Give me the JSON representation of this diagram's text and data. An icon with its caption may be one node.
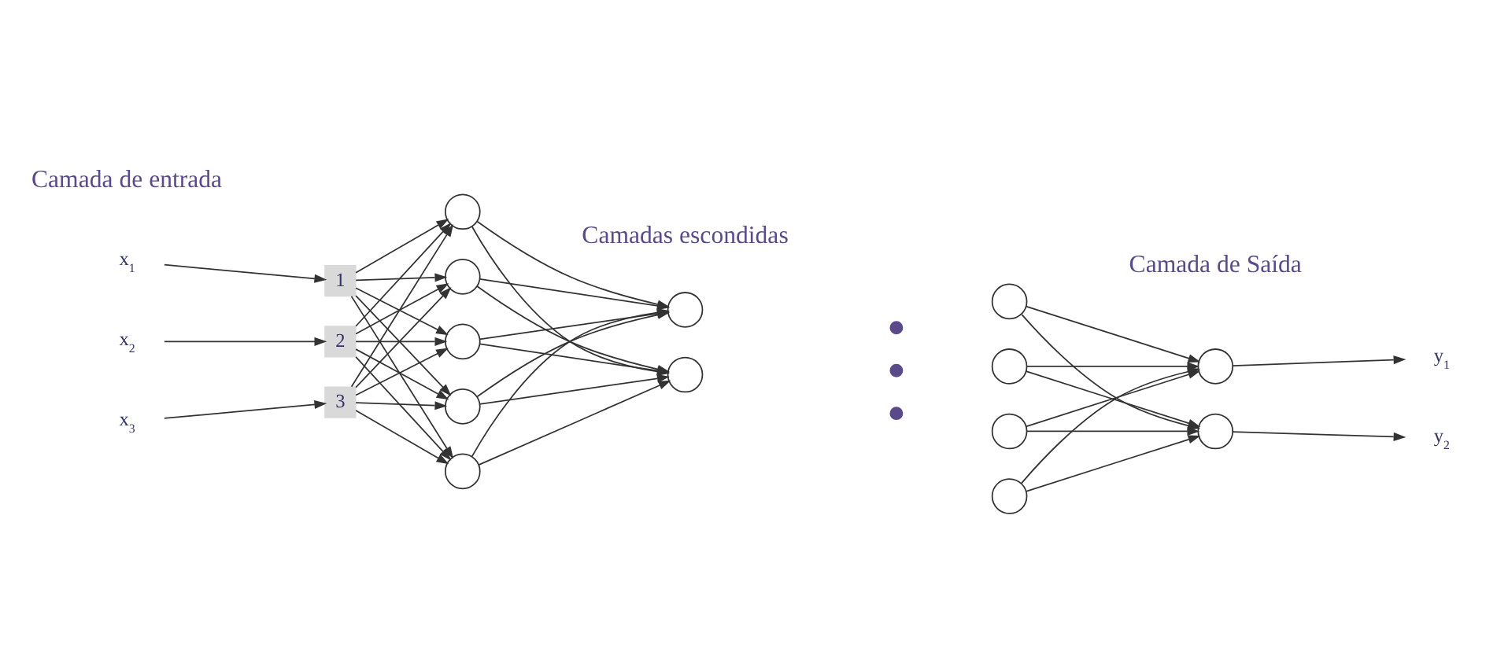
{
  "diagram": {
    "nodes": [
      {
        "text": [
          "x$_{1}$"
        ]
      },
      {
        "text": [
          "x$_{2}$"
        ]
      },
      {
        "text": [
          "x$_{3}$"
        ]
      },
      {
        "text": [
          "1"
        ]
      },
      {
        "text": [
          "2"
        ]
      },
      {
        "text": [
          "3"
        ]
      },
      {
        "text": [],
        "shape": "circle"
      },
      {
        "text": [],
        "shape": "circle"
      },
      {
        "text": [],
        "shape": "circle"
      },
      {
        "text": [],
        "shape": "circle"
      },
      {
        "text": [],
        "shape": "circle"
      },
      {
        "text": [],
        "shape": "circle"
      },
      {
        "text": [],
        "shape": "circle"
      },
      {
        "text": [],
        "shape": "circle"
      },
      {
        "text": [],
        "shape": "circle"
      },
      {
        "text": [],
        "shape": "circle"
      },
      {
        "text": [],
        "shape": "circle"
      },
      {
        "text": [],
        "shape": "circle"
      },
      {
        "text": [],
        "shape": "circle"
      },
      {
        "text": [
          "y$_{1}$"
        ]
      },
      {
        "text": [
          "y$_{2}$"
        ]
      }
    ],
    "edges": [
      {
        "from": 0,
        "to": 3,
        "arrow": "to"
      },
      {
        "from": 1,
        "to": 4,
        "arrow": "to"
      },
      {
        "from": 2,
        "to": 5,
        "arrow": "to"
      },
      {
        "from": 3,
        "to": 6,
        "arrow": "to"
      },
      {
        "from": 3,
        "to": 7,
        "arrow": "to"
      },
      {
        "from": 3,
        "to": 8,
        "arrow": "to"
      },
      {
        "from": 3,
        "to": 9,
        "arrow": "to"
      },
      {
        "from": 3,
        "to": 10,
        "arrow": "to"
      },
      {
        "from": 4,
        "to": 6,
        "arrow": "to"
      },
      {
        "from": 4,
        "to": 7,
        "arrow": "to"
      },
      {
        "from": 4,
        "to": 8,
        "arrow": "to"
      },
      {
        "from": 4,
        "to": 9,
        "arrow": "to"
      },
      {
        "from": 4,
        "to": 10,
        "arrow": "to"
      },
      {
        "from": 5,
        "to": 6,
        "arrow": "to"
      },
      {
        "from": 5,
        "to": 7,
        "arrow": "to"
      },
      {
        "from": 5,
        "to": 8,
        "arrow": "to"
      },
      {
        "from": 5,
        "to": 9,
        "arrow": "to"
      },
      {
        "from": 5,
        "to": 10,
        "arrow": "to"
      },
      {
        "from": 6,
        "to": 11,
        "arrow": "to"
      },
      {
        "from": 6,
        "to": 12,
        "arrow": "to"
      },
      {
        "from": 7,
        "to": 11,
        "arrow": "to"
      },
      {
        "from": 7,
        "to": 12,
        "arrow": "to"
      },
      {
        "from": 8,
        "to": 11,
        "arrow": "to"
      },
      {
        "from": 8,
        "to": 12,
        "arrow": "to"
      },
      {
        "from": 9,
        "to": 11,
        "arrow": "to"
      },
      {
        "from": 9,
        "to": 12,
        "arrow": "to"
      },
      {
        "from": 10,
        "to": 11,
        "arrow": "to"
      },
      {
        "from": 10,
        "to": 12,
        "arrow": "to"
      },
      {
        "from": 13,
        "to": 17,
        "arrow": "to"
      },
      {
        "from": 13,
        "to": 18,
        "arrow": "to"
      },
      {
        "from": 14,
        "to": 17,
        "arrow": "to"
      },
      {
        "from": 14,
        "to": 18,
        "arrow": "to"
      },
      {
        "from": 15,
        "to": 17,
        "arrow": "to"
      },
      {
        "from": 15,
        "to": 18,
        "arrow": "to"
      },
      {
        "from": 16,
        "to": 17,
        "arrow": "to"
      },
      {
        "from": 16,
        "to": 18,
        "arrow": "to"
      },
      {
        "from": 17,
        "to": 19,
        "arrow": "to"
      },
      {
        "from": 18,
        "to": 20,
        "arrow": "to"
      }
    ],
    "labels": [
      "Camada de entrada",
      "Camadas escondidas",
      "Camada de Saída"
    ]
  }
}
